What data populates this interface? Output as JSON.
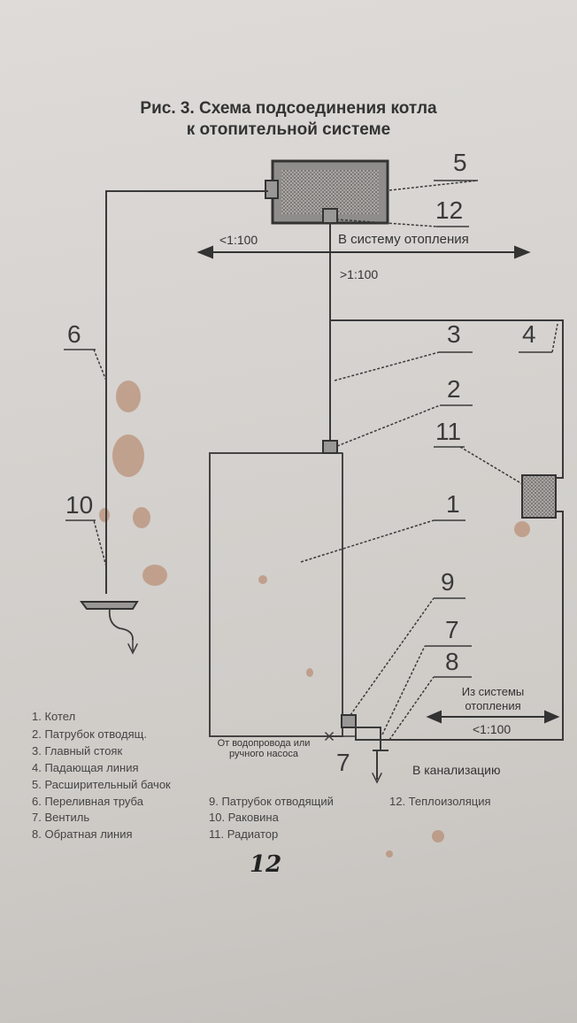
{
  "title_line1": "Рис. 3. Схема подсоединения котла",
  "title_line2": "к отопительной системе",
  "labels": {
    "slope_top_left": "<1:100",
    "to_system": "В систему отопления",
    "slope_riser": ">1:100",
    "from_system_1": "Из системы",
    "from_system_2": "отопления",
    "slope_bottom": "<1:100",
    "water_1": "От водопровода или",
    "water_2": "ручного насоса",
    "sewer": "В канализацию"
  },
  "callouts": {
    "n1": "1",
    "n2": "2",
    "n3": "3",
    "n4": "4",
    "n5": "5",
    "n6": "6",
    "n7": "7",
    "n7b": "7",
    "n8": "8",
    "n9": "9",
    "n10": "10",
    "n11": "11",
    "n12": "12"
  },
  "legend": {
    "col1": [
      "1. Котел",
      "2. Патрубок отводящ.",
      "3. Главный стояк",
      "4. Падающая линия",
      "5. Расширительный бачок",
      "6. Переливная труба",
      "7. Вентиль",
      "8. Обратная линия"
    ],
    "col2": [
      "9. Патрубок отводящий",
      "10. Раковина",
      "11. Радиатор"
    ],
    "col3": [
      "12. Теплоизоляция"
    ]
  },
  "page_number": "12",
  "colors": {
    "line": "#3a3a3a",
    "stain": "#b07a5a",
    "fill": "#9a9896"
  }
}
